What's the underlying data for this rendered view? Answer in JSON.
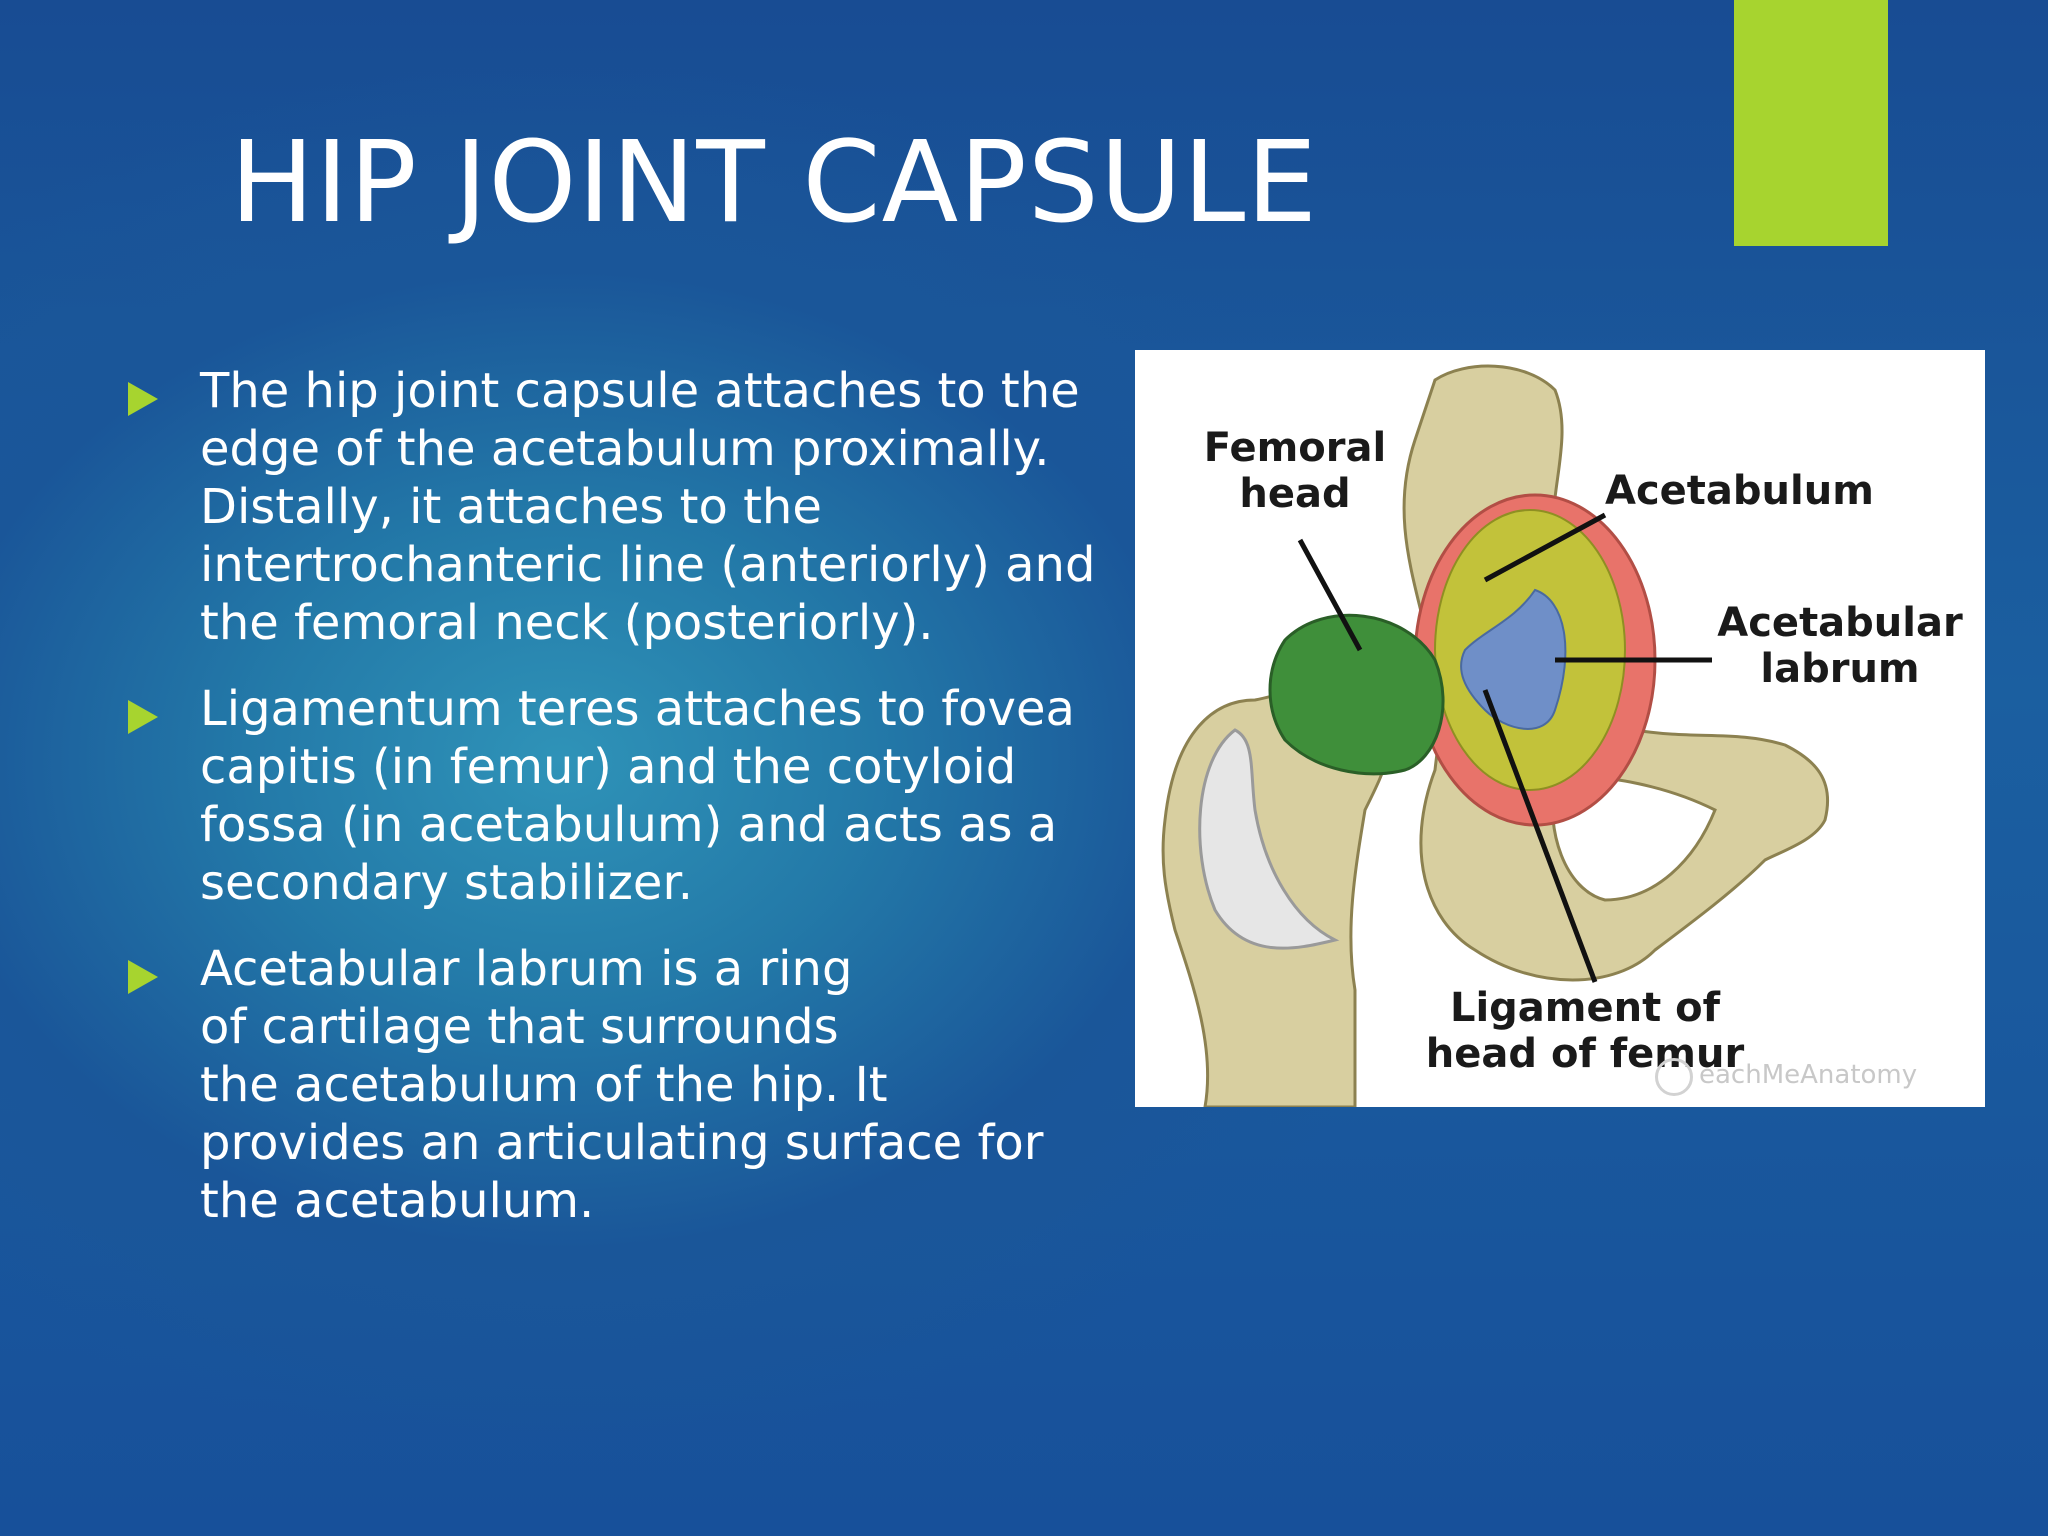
{
  "slide": {
    "title": "HIP JOINT CAPSULE",
    "accent_color": "#a7d42f",
    "bullets": [
      {
        "text": "The hip joint capsule attaches to the\nedge of the acetabulum proximally.\nDistally, it attaches to the\nintertrochanteric line (anteriorly) and\nthe femoral neck (posteriorly)."
      },
      {
        "text": "Ligamentum teres attaches to fovea\ncapitis (in femur) and the cotyloid\nfossa (in acetabulum) and acts as a\nsecondary stabilizer."
      },
      {
        "text": "Acetabular labrum is a ring\nof cartilage that surrounds\nthe acetabulum of the hip. It\nprovides an articulating surface for\nthe acetabulum."
      }
    ]
  },
  "diagram": {
    "labels": {
      "femoral_head": "Femoral\nhead",
      "acetabulum": "Acetabulum",
      "acetabular_labrum": "Acetabular\nlabrum",
      "ligament_head_femur": "Ligament of\nhead of femur"
    },
    "watermark": "eachMeAnatomy",
    "colors": {
      "femoral_head": "#3f8f3a",
      "acetabulum": "#c2c23a",
      "labrum": "#e8736a",
      "ligament": "#6f8fc8",
      "bone": "#d8cfa0"
    }
  }
}
